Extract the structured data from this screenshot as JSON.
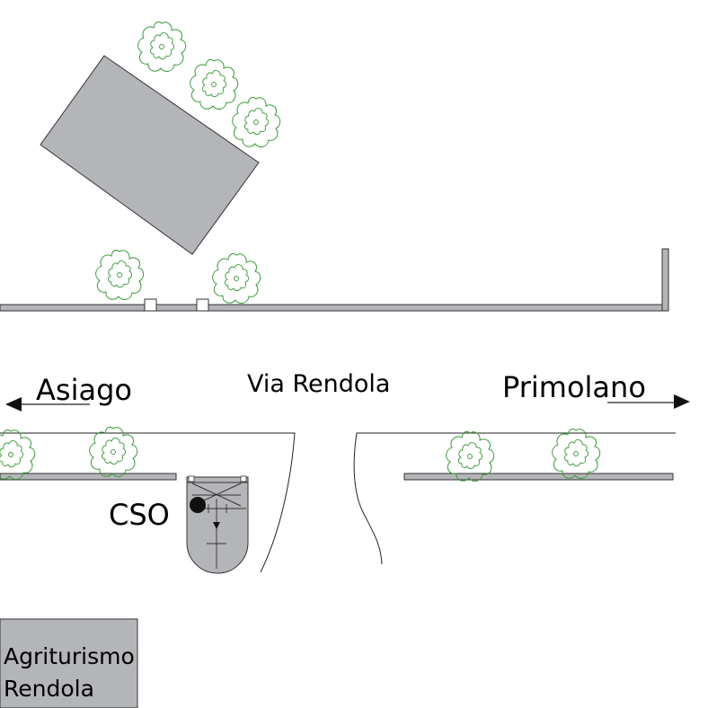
{
  "labels": {
    "street": "Via Rendola",
    "left_direction": "Asiago",
    "right_direction": "Primolano",
    "station": "CSO",
    "farm_line1": "Agriturismo",
    "farm_line2": "Rendola"
  },
  "colors": {
    "building": "#b4b5b8",
    "tree_outline": "#3a9a3a",
    "line": "#222222"
  },
  "icons": {
    "tree": "tree-icon",
    "arrow_left": "arrow-left-icon",
    "arrow_right": "arrow-right-icon",
    "station_marker": "station-dot-icon"
  }
}
